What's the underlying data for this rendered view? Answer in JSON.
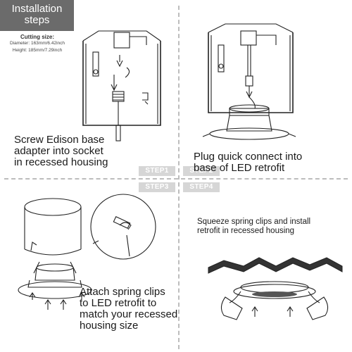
{
  "header": {
    "title_line1": "Installation",
    "title_line2": "steps",
    "cutting_label": "Cutting size:",
    "diameter": "Diameter: 163mm/6.42inch",
    "height": "Height: 185mm/7.29inch"
  },
  "steps": [
    {
      "tag": "STEP1",
      "caption_lines": [
        "Screw Edison base",
        "adapter into socket",
        "in recessed housing"
      ]
    },
    {
      "tag": "STEP2",
      "caption_lines": [
        "Plug quick connect into",
        "base of LED retrofit"
      ]
    },
    {
      "tag": "STEP3",
      "caption_lines": [
        "Attach spring clips",
        "to LED retrofit to",
        "match your recessed",
        "housing size"
      ]
    },
    {
      "tag": "STEP4",
      "caption_lines": [
        "Squeeze spring clips and install",
        "retrofit in recessed housing"
      ]
    }
  ]
}
